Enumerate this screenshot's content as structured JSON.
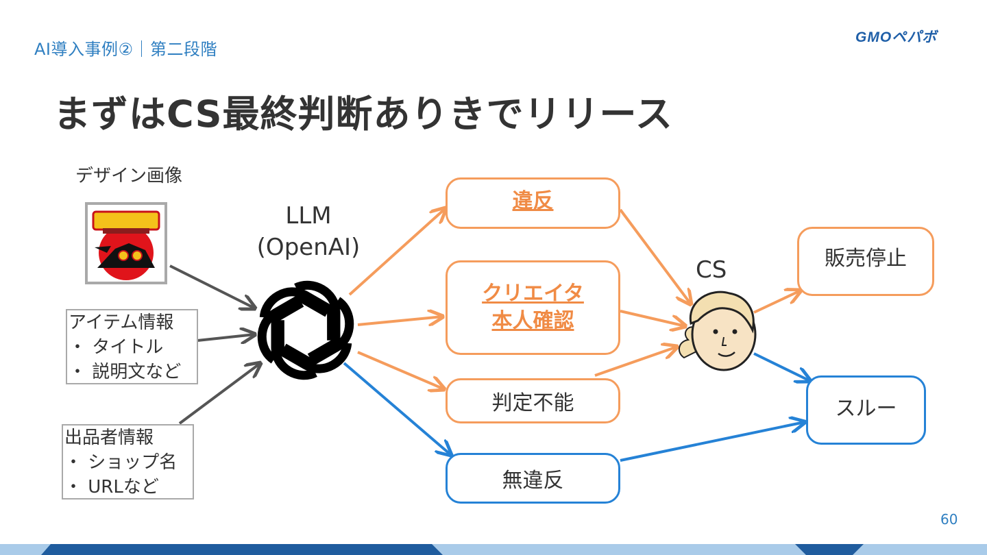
{
  "header": {
    "breadcrumb": "AI導入事例②｜第二段階",
    "logo": "GMOペパボ"
  },
  "title": "まずはCS最終判断ありきでリリース",
  "inputs": {
    "design_label": "デザイン画像",
    "item_info": {
      "title": "アイテム情報",
      "bullets": [
        "・ タイトル",
        "・ 説明文など"
      ]
    },
    "seller_info": {
      "title": "出品者情報",
      "bullets": [
        "・ ショップ名",
        "・ URLなど"
      ]
    }
  },
  "llm": {
    "line1": "LLM",
    "line2": "(OpenAI)"
  },
  "outcomes": {
    "violation": "違反",
    "creator_check_line1": "クリエイタ",
    "creator_check_line2": "本人確認",
    "undecidable": "判定不能",
    "no_violation": "無違反"
  },
  "cs_label": "CS",
  "results": {
    "stop_sale": "販売停止",
    "pass": "スルー"
  },
  "page_number": "60",
  "colors": {
    "orange": "#f59c5c",
    "blue": "#2582d6",
    "gray": "#555555",
    "accent": "#2f7fc1"
  }
}
